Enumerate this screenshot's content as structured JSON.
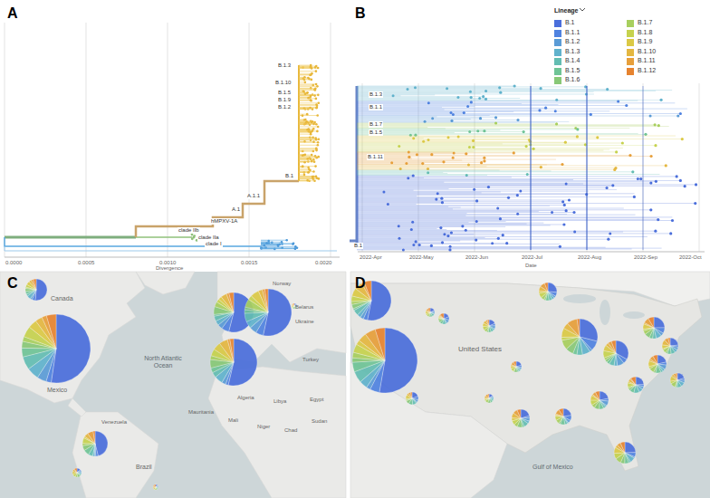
{
  "diagram": {
    "labels": [
      "A",
      "B",
      "C",
      "D",
      "B.1.3",
      "B.1.10",
      "B.1.5",
      "B.1.9",
      "B.1.2",
      "B.1",
      "A.1.1",
      "A.1",
      "hMPXV-1A",
      "clade IIb",
      "clade IIa",
      "clade I",
      "0.0000",
      "0.0005",
      "0.0010",
      "0.0015",
      "0.0020",
      "Divergence",
      "Lineage",
      "B.1.3",
      "B.1.1",
      "B.1.7",
      "B.1.5",
      "B.1.11",
      "B.1",
      "2022-Apr",
      "2022-May",
      "2022-Jun",
      "2022-Jul",
      "2022-Aug",
      "2022-Sep",
      "2022-Oct",
      "Date",
      "Canada",
      "North Atlantic Ocean",
      "Mexico",
      "Norway",
      "Belarus",
      "Ukraine",
      "Turkey",
      "Algeria",
      "Libya",
      "Egypt",
      "Mauritania",
      "Mali",
      "Niger",
      "Chad",
      "Sudan",
      "Venezuela",
      "Brazil",
      "United States",
      "Gulf of Mexico"
    ],
    "legend": [
      {
        "text": "B.1",
        "color": "#4a6edb"
      },
      {
        "text": "B.1.1",
        "color": "#4f82e0"
      },
      {
        "text": "B.1.2",
        "color": "#5a9bd6"
      },
      {
        "text": "B.1.3",
        "color": "#60b2cc"
      },
      {
        "text": "B.1.4",
        "color": "#63bdb2"
      },
      {
        "text": "B.1.5",
        "color": "#6fc496"
      },
      {
        "text": "B.1.6",
        "color": "#88c877"
      },
      {
        "text": "B.1.7",
        "color": "#a8cf5e"
      },
      {
        "text": "B.1.8",
        "color": "#c6d24e"
      },
      {
        "text": "B.1.9",
        "color": "#dbc945"
      },
      {
        "text": "B.1.10",
        "color": "#e4b740"
      },
      {
        "text": "B.1.11",
        "color": "#e79f3a"
      },
      {
        "text": "B.1.12",
        "color": "#e6832f"
      }
    ]
  }
}
